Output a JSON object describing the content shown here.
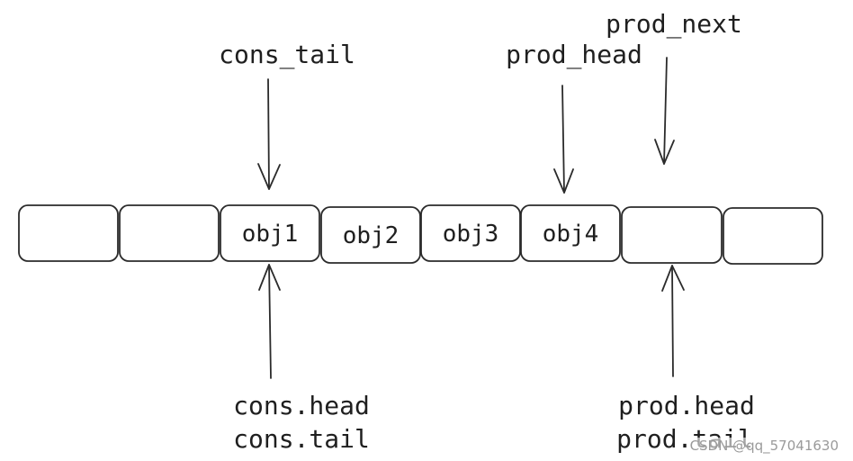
{
  "cells": [
    "",
    "",
    "obj1",
    "obj2",
    "obj3",
    "obj4",
    "",
    ""
  ],
  "pointers": {
    "cons_tail": "cons_tail",
    "prod_head": "prod_head",
    "prod_next": "prod_next",
    "cons_head_line1": "cons.head",
    "cons_head_line2": "cons.tail",
    "prod_head_line1": "prod.head",
    "prod_head_line2": "prod.tail"
  },
  "watermark": "CSDN @qq_57041630"
}
